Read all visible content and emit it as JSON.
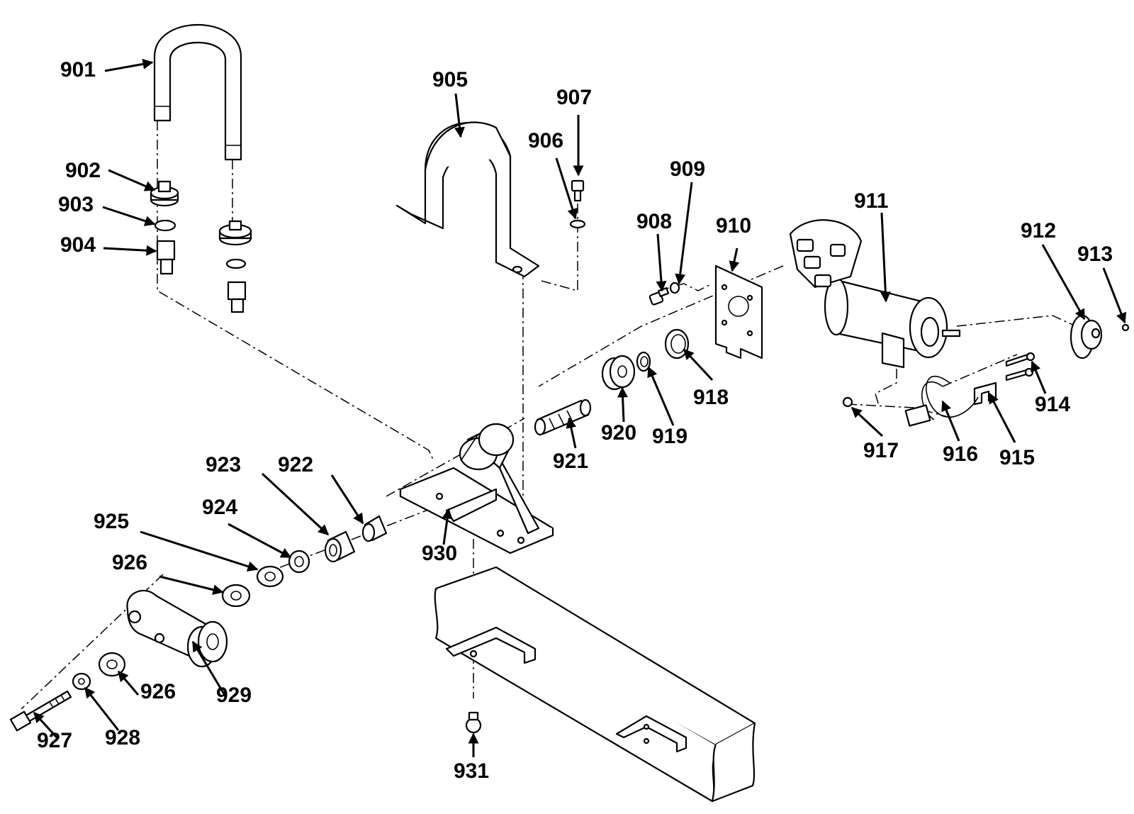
{
  "diagram": {
    "callouts": {
      "c901": "901",
      "c902": "902",
      "c903": "903",
      "c904": "904",
      "c905": "905",
      "c906": "906",
      "c907": "907",
      "c908": "908",
      "c909": "909",
      "c910": "910",
      "c911": "911",
      "c912": "912",
      "c913": "913",
      "c914": "914",
      "c915": "915",
      "c916": "916",
      "c917": "917",
      "c918": "918",
      "c919": "919",
      "c920": "920",
      "c921": "921",
      "c922": "922",
      "c923": "923",
      "c924": "924",
      "c925": "925",
      "c926a": "926",
      "c926b": "926",
      "c927": "927",
      "c928": "928",
      "c929": "929",
      "c930": "930",
      "c931": "931"
    },
    "colors": {
      "ink": "#000000",
      "paper": "#ffffff"
    }
  }
}
